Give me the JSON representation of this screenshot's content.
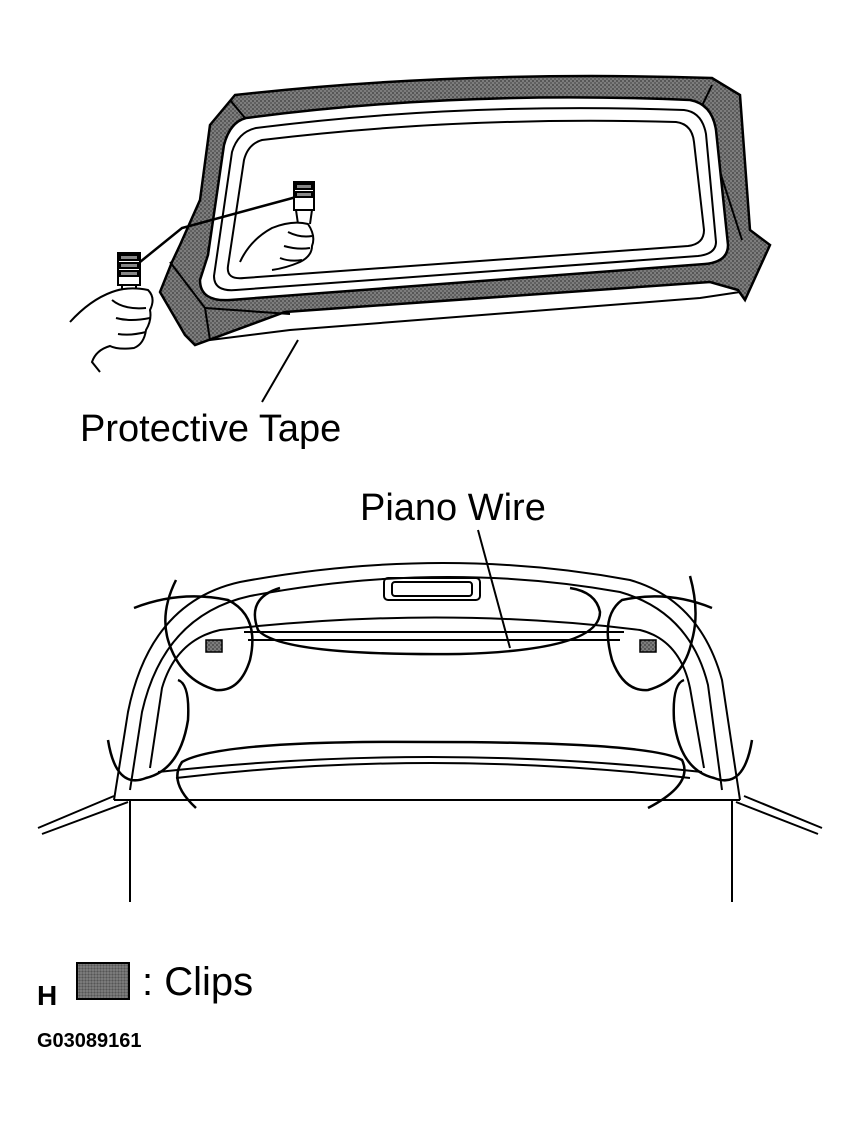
{
  "labels": {
    "protective_tape": "Protective Tape",
    "piano_wire": "Piano Wire",
    "clips": ": Clips",
    "section_letter": "H",
    "figure_code": "G03089161"
  },
  "colors": {
    "tape_fill": "#6e6e6e",
    "clip_fill": "#7a7a7a",
    "line": "#000000"
  }
}
